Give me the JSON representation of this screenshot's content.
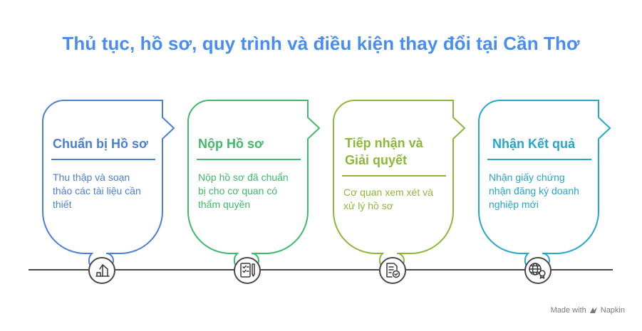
{
  "title": "Thủ tục, hồ sơ, quy trình và điều kiện thay đổi tại Cần Thơ",
  "steps": [
    {
      "title_lines": [
        "Chuẩn bị Hồ sơ"
      ],
      "desc_lines": [
        "Thu thập và soạn",
        "thảo các tài liệu cần",
        "thiết"
      ],
      "color": "#4a7fd6",
      "icon": "drafting-icon"
    },
    {
      "title_lines": [
        "Nộp Hồ sơ"
      ],
      "desc_lines": [
        "Nộp hồ sơ đã chuẩn",
        "bị cho cơ quan có",
        "thẩm quyền"
      ],
      "color": "#3fb96a",
      "icon": "checklist-pen-icon"
    },
    {
      "title_lines": [
        "Tiếp nhận và",
        "Giải quyết"
      ],
      "desc_lines": [
        "Cơ quan xem xét và",
        "xử lý hồ sơ"
      ],
      "color": "#8cb83a",
      "icon": "document-check-icon"
    },
    {
      "title_lines": [
        "Nhận Kết quả"
      ],
      "desc_lines": [
        "Nhận giấy chứng",
        "nhận đăng ký doanh",
        "nghiệp mới"
      ],
      "color": "#25a6cc",
      "icon": "certificate-globe-icon"
    }
  ],
  "footer": {
    "text": "Made with",
    "brand": "Napkin"
  }
}
